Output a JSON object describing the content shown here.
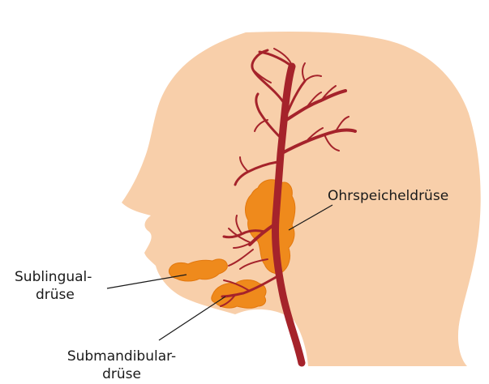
{
  "labels": {
    "parotid": "Ohrspeicheldrüse",
    "sublingual": [
      "Sublingual-",
      "drüse"
    ],
    "submandibular": [
      "Submandibular-",
      "drüse"
    ]
  },
  "colors": {
    "skin": "#f8cfaa",
    "gland": "#ef8a1c",
    "gland_outline": "#e3780e",
    "artery": "#a5232b",
    "leader_line": "#1a1a1a",
    "text": "#1a1a1a"
  },
  "icons": {
    "head": "head-profile-silhouette",
    "artery": "carotid-artery-branches",
    "glands": "salivary-gland-shapes"
  }
}
